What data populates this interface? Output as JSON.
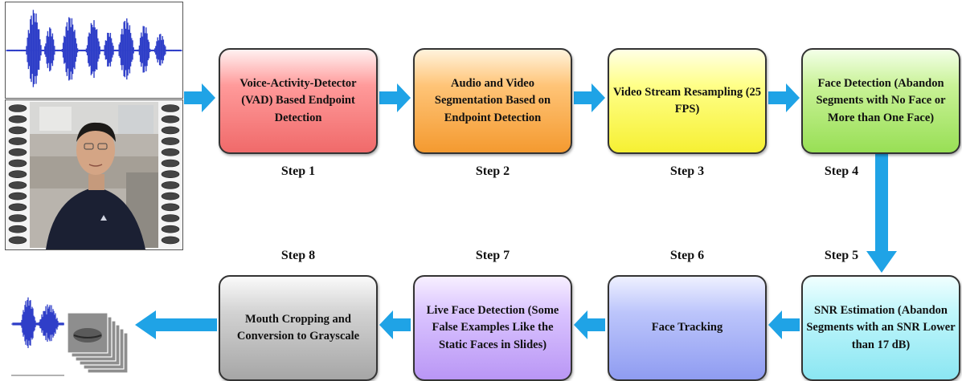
{
  "steps": [
    {
      "label": "Step 1",
      "text": "Voice-Activity-Detector (VAD) Based Endpoint Detection"
    },
    {
      "label": "Step 2",
      "text": "Audio and Video Segmentation Based on Endpoint Detection"
    },
    {
      "label": "Step 3",
      "text": "Video Stream Resampling (25 FPS)"
    },
    {
      "label": "Step 4",
      "text": "Face Detection (Abandon Segments with No Face or More than One Face)"
    },
    {
      "label": "Step 5",
      "text": "SNR Estimation (Abandon Segments with an SNR Lower than 17 dB)"
    },
    {
      "label": "Step 6",
      "text": "Face Tracking"
    },
    {
      "label": "Step 7",
      "text": "Live Face Detection (Some False Examples Like the Static Faces in Slides)"
    },
    {
      "label": "Step 8",
      "text": "Mouth Cropping and Conversion to Grayscale"
    }
  ],
  "colors": {
    "arrow": "#1fa3e6",
    "waveform": "#2f3fc8",
    "film_hole": "#444444"
  },
  "icons": [
    "waveform-image",
    "film-strip-image",
    "speaker-photo",
    "mouth-crops-stack"
  ]
}
